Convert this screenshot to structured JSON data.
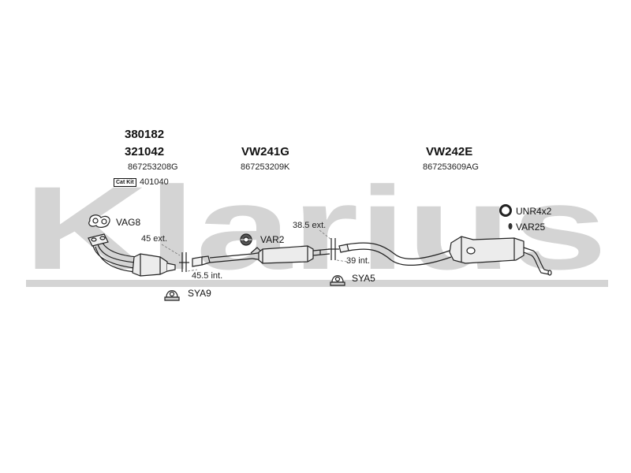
{
  "watermark": {
    "text": "Klarius",
    "color": "#d4d4d4"
  },
  "sections": {
    "front": {
      "code_a": "380182",
      "code_b": "321042",
      "oe_ref": "867253208G",
      "cat_kit_badge": "Cat Kit",
      "cat_kit_code": "401040",
      "gasket_label": "VAG8",
      "ext_label": "45 ext.",
      "int_label": "45.5 int.",
      "clamp_label": "SYA9"
    },
    "middle": {
      "code": "VW241G",
      "oe_ref": "867253209K",
      "mount_label": "VAR2",
      "ext_label": "38.5 ext.",
      "clamp_label": "SYA5"
    },
    "rear": {
      "code": "VW242E",
      "oe_ref": "867253609AG",
      "int_label": "39 int.",
      "ring_label": "UNR4x2",
      "rubber_label": "VAR25"
    }
  },
  "icons": {
    "gasket": "gasket-icon",
    "clamp": "clamp-icon",
    "mount": "mount-icon",
    "ring": "ring-icon",
    "rubber": "rubber-icon"
  }
}
